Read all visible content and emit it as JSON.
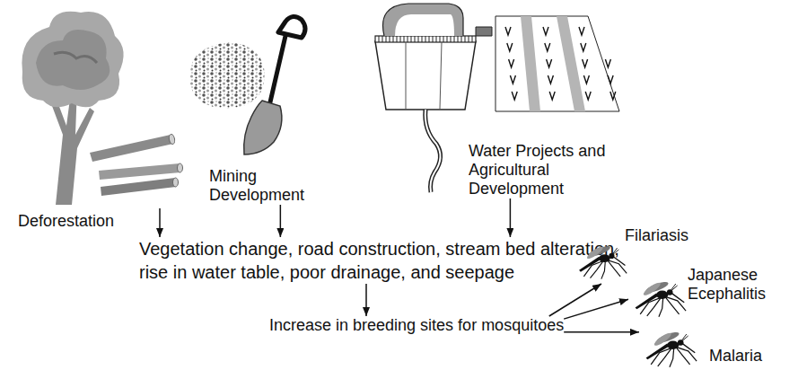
{
  "diagram": {
    "nodes": [
      {
        "text": [
          "Deforestation"
        ]
      },
      {
        "text": [
          "Mining Development"
        ]
      },
      {
        "text": [
          "Water Projects and Agricultural Development"
        ]
      },
      {
        "text": [
          "Vegetation change, road construction, stream bed alteration, rise in water table, poor drainage, and seepage"
        ]
      },
      {
        "text": [
          "Increase in breeding sites for mosquitoes"
        ]
      },
      {
        "text": [
          "Filariasis"
        ]
      },
      {
        "text": [
          "Japanese Ecephalitis"
        ]
      },
      {
        "text": [
          "Malaria"
        ]
      }
    ],
    "edges": [
      {
        "from": 0,
        "to": 3,
        "arrow": "to"
      },
      {
        "from": 1,
        "to": 3,
        "arrow": "to"
      },
      {
        "from": 2,
        "to": 3,
        "arrow": "to"
      },
      {
        "from": 3,
        "to": 4,
        "arrow": "to"
      },
      {
        "from": 4,
        "to": 5,
        "arrow": "to"
      },
      {
        "from": 4,
        "to": 6,
        "arrow": "to"
      },
      {
        "from": 4,
        "to": 7,
        "arrow": "to"
      }
    ]
  }
}
